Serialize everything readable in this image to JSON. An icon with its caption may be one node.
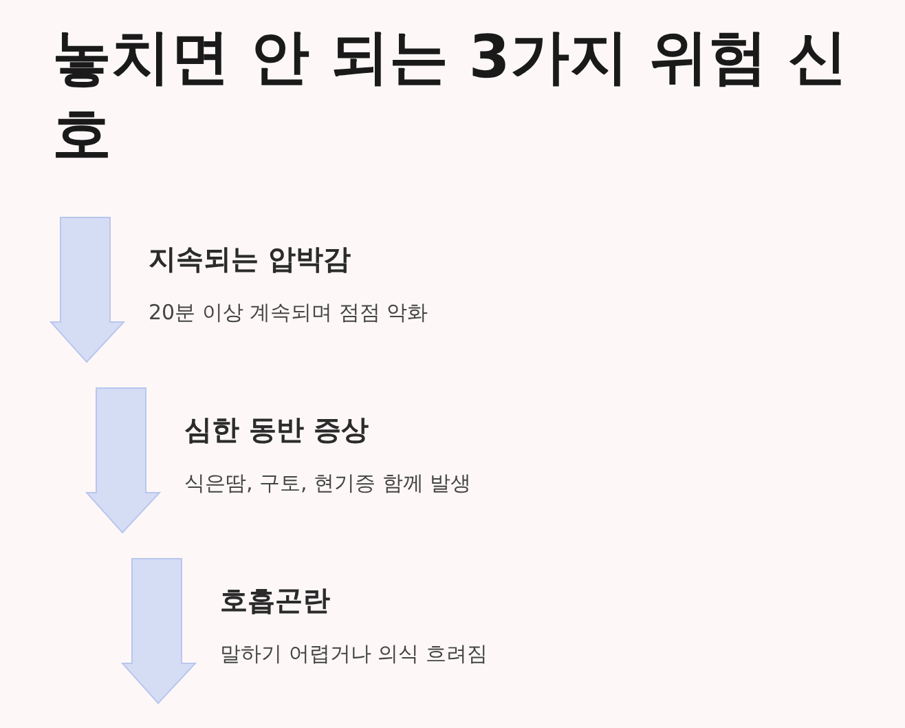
{
  "diagram": {
    "title": "놓치면 안 되는 3가지 위험 신호",
    "nodes": [
      {
        "text": [
          "지속되는 압박감",
          "20분 이상 계속되며 점점 악화"
        ]
      },
      {
        "text": [
          "심한 동반 증상",
          "식은땀, 구토, 현기증 함께 발생"
        ]
      },
      {
        "text": [
          "호흡곤란",
          "말하기 어렵거나 의식 흐려짐"
        ]
      }
    ]
  }
}
